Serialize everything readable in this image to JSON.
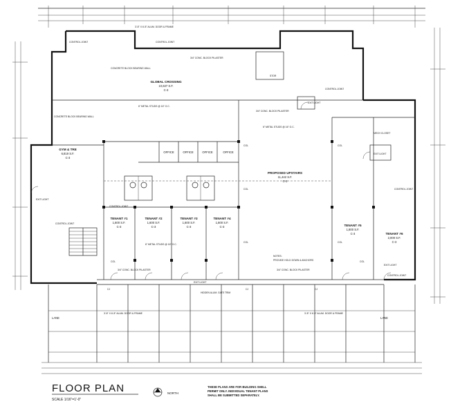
{
  "title": "FLOOR PLAN",
  "scale": "SCALE 1/16\"=1'-0\"",
  "north_label": "NORTH",
  "note_lines": [
    "THESE PLANS ARE FOR BUILDING SHELL",
    "PERMIT ONLY. INDIVIDUAL TENANT PLANS",
    "SHALL BE SUBMITTED SEPARATELY."
  ],
  "rooms": [
    {
      "id": "global",
      "name": "GLOBAL CROSSING",
      "area": "10,637 S.F.",
      "code": "C-3"
    },
    {
      "id": "tenant-a",
      "name": "TENANT #1",
      "area": "1,600 S.F.",
      "code": "C-3"
    },
    {
      "id": "tenant-b",
      "name": "TENANT #2",
      "area": "1,600 S.F.",
      "code": "C-3"
    },
    {
      "id": "tenant-c",
      "name": "TENANT #3",
      "area": "1,600 S.F.",
      "code": "C-3"
    },
    {
      "id": "tenant-d",
      "name": "TENANT #4",
      "area": "1,600 S.F.",
      "code": "C-3"
    },
    {
      "id": "tenant-e",
      "name": "TENANT #5",
      "area": "1,800 S.F.",
      "code": "C-3"
    },
    {
      "id": "tenant-f",
      "name": "TENANT #6",
      "area": "2,000 S.F.",
      "code": "C-3"
    },
    {
      "id": "proposed",
      "name": "PROPOSED UPSTAIRS",
      "area": "11,442 S.F.",
      "code": "C-3"
    },
    {
      "id": "gym",
      "name": "GYM & TRE",
      "area": "6,819 S.F.",
      "code": "C-3"
    }
  ],
  "offices": [
    "OFFICE",
    "OFFICE",
    "OFFICE",
    "OFFICE"
  ],
  "labels": {
    "control_joint": "CONTROL JOINT",
    "exit_light": "EXIT LIGHT",
    "col": "COL",
    "lane": "LANE",
    "mech_closet": "MECH CLOSET",
    "stor": "STOR",
    "cj": "CJ",
    "conc_block": "CONCRETE BLOCK BEARING WALL",
    "metal_studs": "6\" METAL STUDS @ 16\" O.C.",
    "overhead": "3'-8\" X 6'-8\" ALUM. DOOR & FRAME",
    "gate": "HIDDEN ALUM. GATE TRIM",
    "plaster": "3/4\" CONC. BLOCK PILASTER",
    "notes": "NOTES:",
    "provide": "PROVIDE HOLD DOWN & ANCHORS"
  }
}
